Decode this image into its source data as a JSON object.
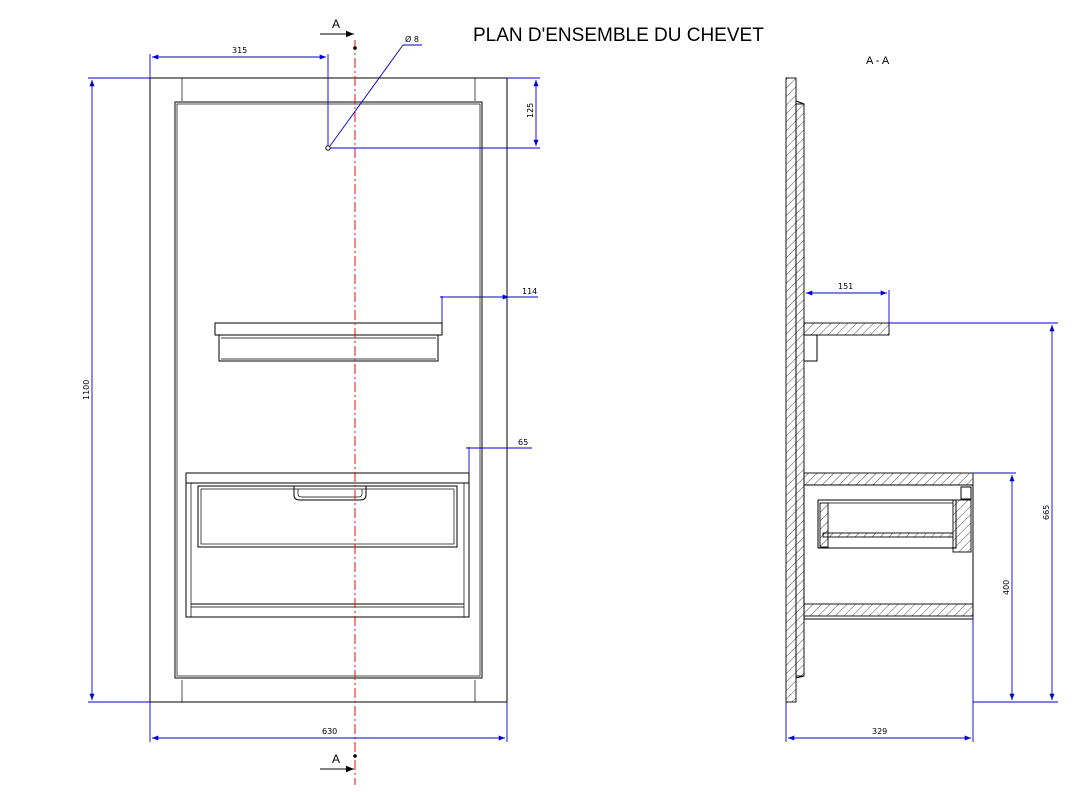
{
  "title": "PLAN D'ENSEMBLE DU CHEVET",
  "section_label": "A - A",
  "cut_marks": {
    "top": "A",
    "bottom": "A"
  },
  "dimensions": {
    "top_offset": "315",
    "hole_diameter": "Ø 8",
    "hole_from_top": "125",
    "shelf_depth_front": "114",
    "drawer_depth_front": "65",
    "total_height": "1100",
    "total_width": "630",
    "side_shelf_depth": "151",
    "side_shelf_height": "665",
    "side_drawer_height": "400",
    "side_total_depth": "329"
  },
  "colors": {
    "dimension": "#0000d0",
    "axis": "#e01010",
    "outline": "#000000"
  }
}
